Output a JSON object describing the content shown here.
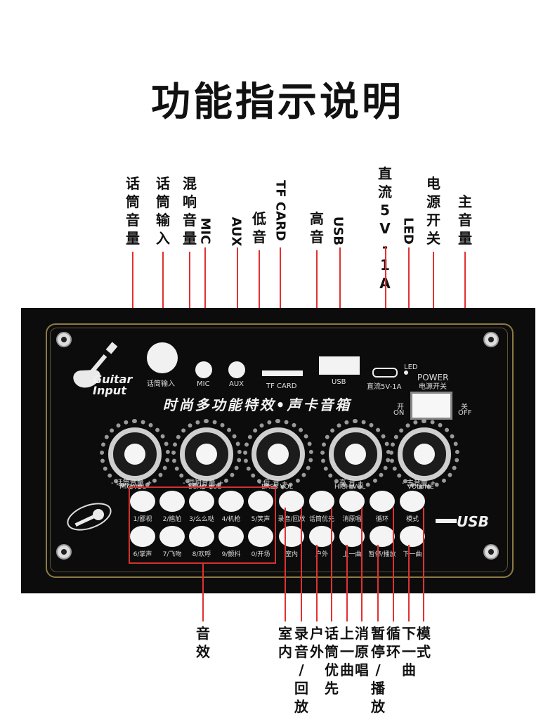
{
  "title": "功能指示说明",
  "top_labels": {
    "mic_vol": "话筒音量",
    "mic_input": "话筒输入",
    "echo_vol": "混响音量",
    "mic": "MIC",
    "aux": "AUX",
    "bass": "低音",
    "tf_card": "TF CARD",
    "treble": "高音",
    "usb": "USB",
    "dc": "直流5V-1A",
    "led": "LED",
    "power": "电源开关",
    "main_vol": "主音量"
  },
  "panel": {
    "guitar_logo": "Guitar Input",
    "mic_input_label": "话筒输入",
    "mic_jack": "MIC",
    "aux_jack": "AUX",
    "tf_card": "TF CARD",
    "usb": "USB",
    "dc": "直流5V-1A",
    "led": "LED",
    "power_en": "POWER",
    "power_cn": "电源开关",
    "on_cn": "开",
    "on_en": "ON",
    "off_cn": "关",
    "off_en": "OFF",
    "slogan": "时尚多功能特效•声卡音箱",
    "usb_logo": "USB",
    "knobs": [
      {
        "cn": "- 话筒音量 +",
        "en": "MIC VOL"
      },
      {
        "cn": "- 混响音量 +",
        "en": "ECHO VOL"
      },
      {
        "cn": "- 低 音 +",
        "en": "BASS VOL"
      },
      {
        "cn": "- 高 音 +",
        "en": "HIGH VOL"
      },
      {
        "cn": "- 主音量 +",
        "en": "VOLUME"
      }
    ],
    "effect_top": [
      "1/鄙视",
      "2/尴尬",
      "3/么么哒",
      "4/机枪",
      "5/笑声"
    ],
    "effect_bottom": [
      "6/掌声",
      "7/飞吻",
      "8/欢呼",
      "9/颤抖",
      "0/开场"
    ],
    "func_top": [
      "录音/回放",
      "话筒优先",
      "消原唱",
      "循环",
      "模式"
    ],
    "func_bottom": [
      "室内",
      "户外",
      "上一曲",
      "暂停/播放",
      "下一曲"
    ]
  },
  "bottom_labels": {
    "effects": "音效",
    "indoor": "室内",
    "record": "录音/回放",
    "outdoor": "户外",
    "mic_priority": "话筒优先",
    "prev": "上一曲",
    "vocal_cut": "消原唱",
    "pause": "暂停/播放",
    "loop": "循环",
    "next": "下一曲",
    "mode": "模式"
  }
}
